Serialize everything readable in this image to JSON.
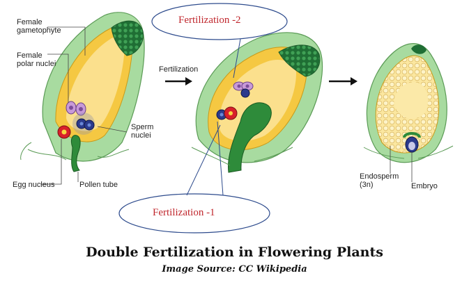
{
  "labels": {
    "female_gametophyte": [
      "Female",
      "gametophyte"
    ],
    "female_polar_nuclei": [
      "Female",
      "polar nuclei"
    ],
    "sperm_nuclei": [
      "Sperm",
      "nuclei"
    ],
    "egg_nucleus": "Egg nucleus",
    "pollen_tube": "Pollen tube",
    "fertilization_arrow": "Fertilization",
    "endosperm": [
      "Endosperm",
      "(3n)"
    ],
    "embryo": "Embryo"
  },
  "callouts": {
    "fertilization_2": "Fertilization -2",
    "fertilization_1": "Fertilization -1"
  },
  "caption": {
    "title": "Double Fertilization in Flowering Plants",
    "source": "Image Source: CC Wikipedia"
  },
  "colors": {
    "ovule_fill": "#f2c94c",
    "ovule_core": "#fbe9a8",
    "integument": "#9fd39a",
    "integument_stroke": "#5a9a55",
    "pollen_tube": "#2e8b3a",
    "egg": "#d8202a",
    "polar": "#c89ad8",
    "sperm": "#2b3a8c",
    "callout_stroke": "#2c4a8c",
    "callout_text": "#c0272d"
  }
}
